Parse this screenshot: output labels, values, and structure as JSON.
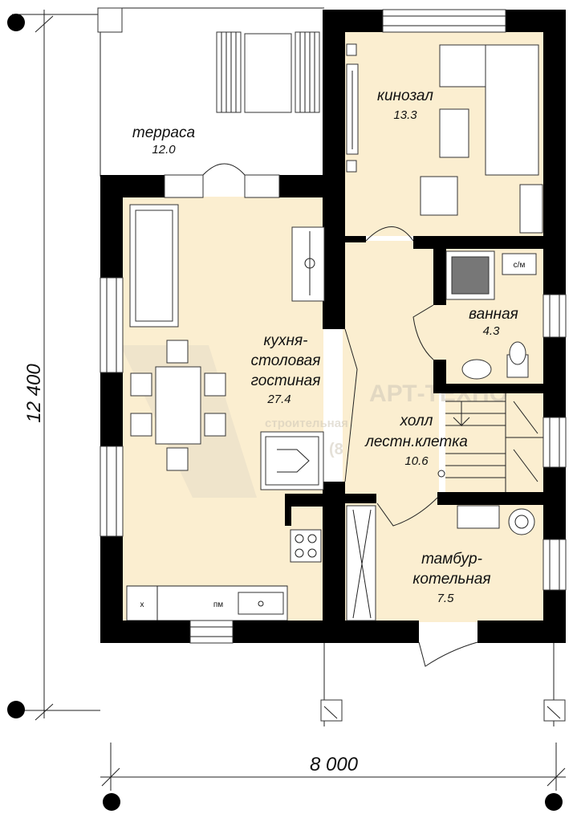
{
  "dimensions": {
    "height_label": "12 400",
    "width_label": "8 000"
  },
  "rooms": {
    "terrace": {
      "name": "терраса",
      "area": "12.0"
    },
    "cinema": {
      "name": "кинозал",
      "area": "13.3"
    },
    "kitchen": {
      "line1": "кухня-",
      "line2": "столовая",
      "line3": "гостиная",
      "area": "27.4"
    },
    "bathroom": {
      "name": "ванная",
      "area": "4.3"
    },
    "hall": {
      "line1": "холл",
      "line2": "лестн.клетка",
      "area": "10.6"
    },
    "vestibule": {
      "line1": "тамбур-",
      "line2": "котельная",
      "area": "7.5"
    }
  },
  "markers": {
    "shower_cabin": "с/м",
    "fridge": "х",
    "dishwasher": "пм"
  },
  "watermark": {
    "brand": "АРТ-ТЕХНО",
    "subtitle": "строительная",
    "phone": "(8"
  },
  "colors": {
    "wall": "#000000",
    "floor": "#fbeed0",
    "line": "#222222",
    "background": "#ffffff"
  }
}
